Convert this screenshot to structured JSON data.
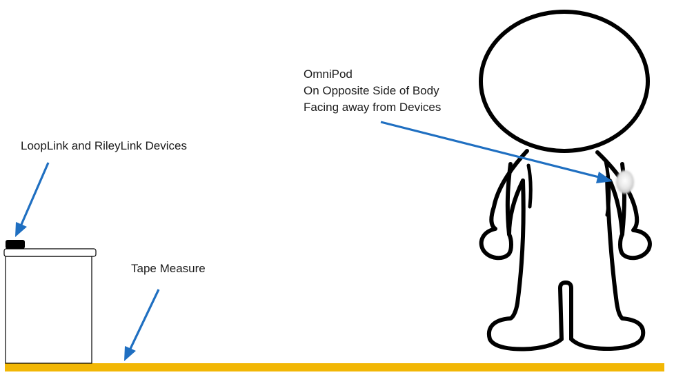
{
  "labels": {
    "omnipod": [
      "OmniPod",
      "On Opposite Side of Body",
      "Facing away from Devices"
    ],
    "devices": "LoopLink and RileyLink Devices",
    "tape": "Tape Measure"
  },
  "colors": {
    "arrow": "#1f6fc1",
    "tape": "#f2b705",
    "outline": "#000000",
    "device": "#000000",
    "pod": "#d9d9d9"
  },
  "icons": {
    "arrow": "arrow-icon",
    "figure": "person-figure-icon",
    "table": "table-icon",
    "device": "device-icon",
    "pod": "omnipod-icon"
  }
}
